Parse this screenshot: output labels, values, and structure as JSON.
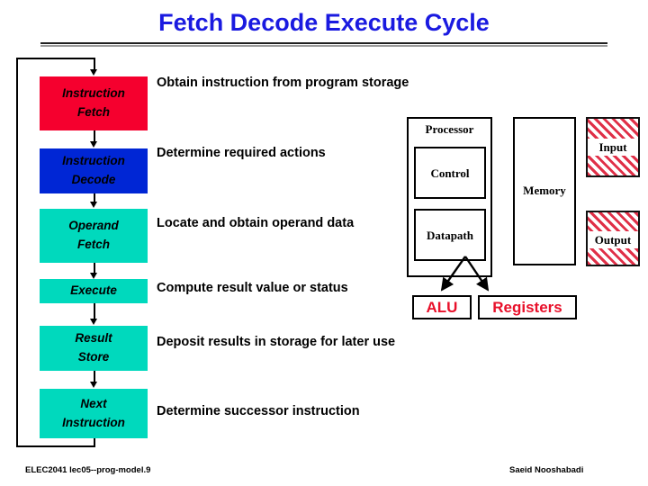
{
  "slide": {
    "title": "Fetch Decode Execute Cycle",
    "title_color": "#1a1ae0"
  },
  "cycle": {
    "stages": [
      {
        "line1": "Instruction",
        "line2": "Fetch",
        "color": "#f5002e",
        "description": "Obtain instruction from program storage"
      },
      {
        "line1": "Instruction",
        "line2": "Decode",
        "color": "#0026d5",
        "description": "Determine required actions"
      },
      {
        "line1": "Operand",
        "line2": "Fetch",
        "color": "#00d9bd",
        "description": "Locate and obtain operand data"
      },
      {
        "line1": "Execute",
        "line2": "",
        "color": "#00d9bd",
        "description": "Compute result value or status"
      },
      {
        "line1": "Result",
        "line2": "Store",
        "color": "#00d9bd",
        "description": "Deposit results in storage for later use"
      },
      {
        "line1": "Next",
        "line2": "Instruction",
        "color": "#00d9bd",
        "description": "Determine successor instruction"
      }
    ]
  },
  "hardware": {
    "processor_label": "Processor",
    "control_label": "Control",
    "datapath_label": "Datapath",
    "memory_label": "Memory",
    "input_label": "Input",
    "output_label": "Output",
    "alu_label": "ALU",
    "registers_label": "Registers",
    "unit_text_color": "#e8102a",
    "io_hatch_color": "#e03048"
  },
  "footer": {
    "left": "ELEC2041  lec05--prog-model.9",
    "right": "Saeid Nooshabadi"
  }
}
